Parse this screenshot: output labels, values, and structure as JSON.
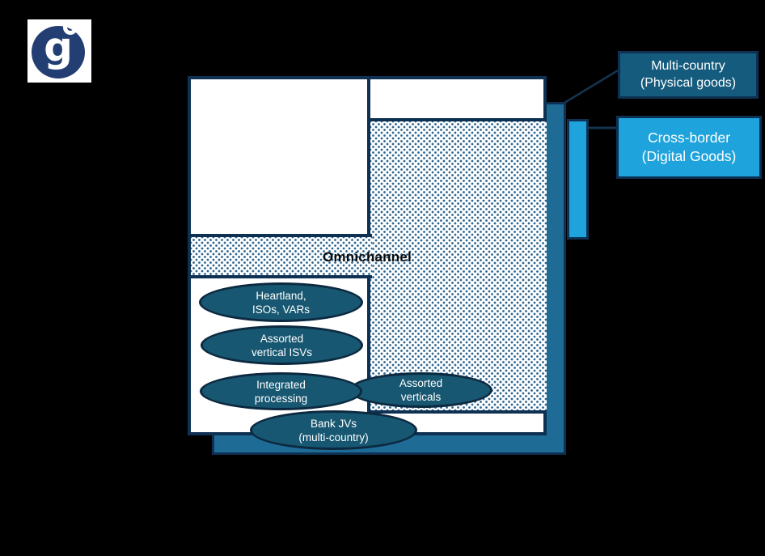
{
  "page": {
    "background": "#000000",
    "description_visible_elements": "quadrant diagram with dotted omnichannel region, capability ellipses and two callout labels"
  },
  "logo": {
    "letter": "g"
  },
  "diagram": {
    "band_label": "Omnichannel",
    "ellipses": [
      {
        "label": "Heartland,\nISOs, VARs"
      },
      {
        "label": "Assorted\nvertical ISVs"
      },
      {
        "label": "Integrated\nprocessing"
      },
      {
        "label": "Assorted\nverticals"
      },
      {
        "label": "Bank JVs\n(multi-country)"
      }
    ]
  },
  "callouts": [
    {
      "label": "Multi-country\n(Physical goods)",
      "color": "#145b7d"
    },
    {
      "label": "Cross-border\n(Digital Goods)",
      "color": "#1ea3dc"
    }
  ],
  "colors": {
    "background": "#000000",
    "border_navy": "#0e3052",
    "ellipse_teal": "#175771",
    "bright_blue": "#1ea3dc",
    "shadow_blue": "#1e6b96",
    "logo_navy": "#223e72",
    "dot_pattern_blue": "#2a648f",
    "text_dark": "#0a0a0a",
    "text_light": "#ffffff"
  }
}
